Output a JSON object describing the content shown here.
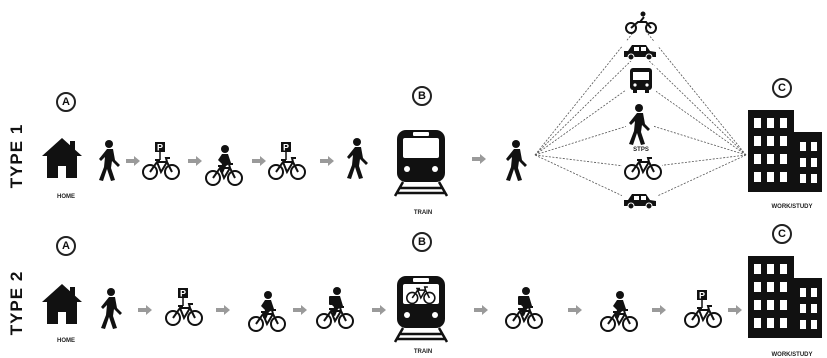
{
  "rows": [
    {
      "label": "TYPE 1",
      "markers": {
        "a": "A",
        "b": "B",
        "c": "C"
      },
      "captions": {
        "home": "HOME",
        "train": "TRAIN",
        "destination": "WORK/STUDY",
        "steps": "STPS"
      },
      "sequence": [
        "house-icon",
        "walker-icon",
        "parked-bicycle-icon",
        "cyclist-icon",
        "parked-bicycle-icon",
        "walker-icon",
        "train-icon",
        "walker-icon",
        "fan-of-modes",
        "office-building-icon"
      ],
      "fan_modes": [
        "motorcycle-icon",
        "car-icon",
        "bus-icon",
        "walker-icon",
        "bicycle-icon",
        "car-icon"
      ]
    },
    {
      "label": "TYPE 2",
      "markers": {
        "a": "A",
        "b": "B",
        "c": "C"
      },
      "captions": {
        "home": "HOME",
        "train": "TRAIN",
        "destination": "WORK/STUDY"
      },
      "sequence": [
        "house-icon",
        "walker-icon",
        "parked-bicycle-icon",
        "cyclist-icon",
        "cyclist-with-backpack-icon",
        "train-with-bicycle-icon",
        "cyclist-with-backpack-icon",
        "cyclist-icon",
        "parked-bicycle-icon",
        "office-building-icon"
      ]
    }
  ],
  "parking_sign": "P",
  "colors": {
    "ink": "#111111",
    "arrow": "#9a9a9a",
    "fan_line": "#555555"
  }
}
